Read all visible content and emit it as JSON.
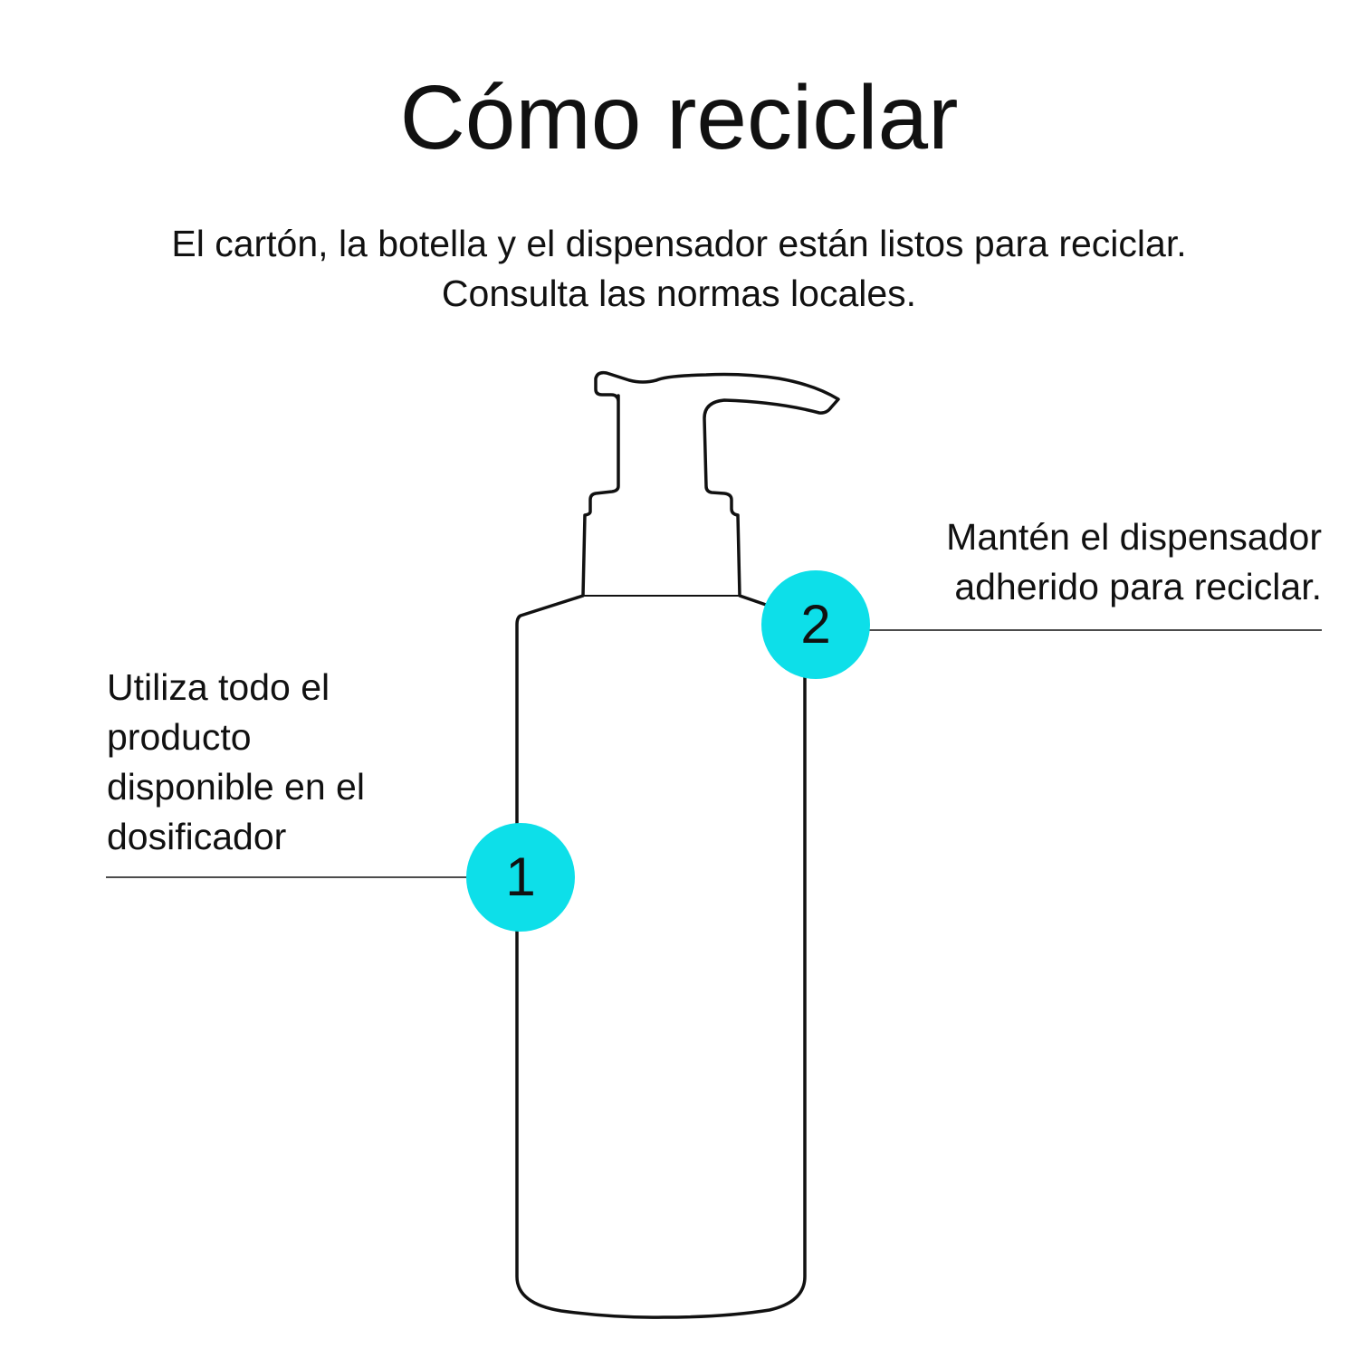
{
  "title": "Cómo reciclar",
  "subtitle": "El cartón, la botella y el dispensador están listos para reciclar. Consulta las normas locales.",
  "callouts": [
    {
      "number": "1",
      "text_lines": [
        "Utiliza todo el",
        "producto",
        "disponible en el",
        "dosificador"
      ]
    },
    {
      "number": "2",
      "text_lines": [
        "Mantén el dispensador",
        "adherido para reciclar."
      ]
    }
  ],
  "colors": {
    "accent": "#0ddfe9",
    "line": "#111111"
  }
}
